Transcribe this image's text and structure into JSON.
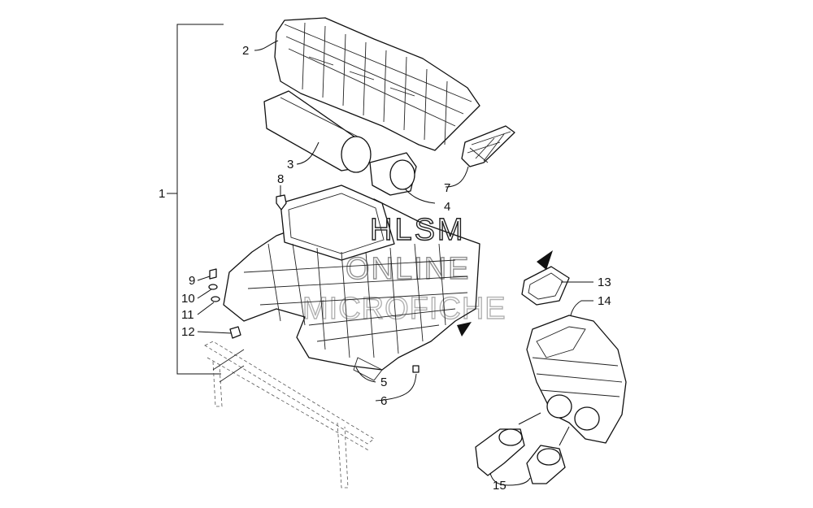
{
  "callouts": {
    "c1": "1",
    "c2": "2",
    "c3": "3",
    "c4": "4",
    "c5": "5",
    "c6": "6",
    "c7": "7",
    "c8": "8",
    "c9": "9",
    "c10": "10",
    "c11": "11",
    "c12": "12",
    "c13": "13",
    "c14": "14",
    "c15": "15"
  },
  "watermark": {
    "line1": "HLSM",
    "line2": "ONLINE",
    "line3": "MICROFICHE"
  }
}
